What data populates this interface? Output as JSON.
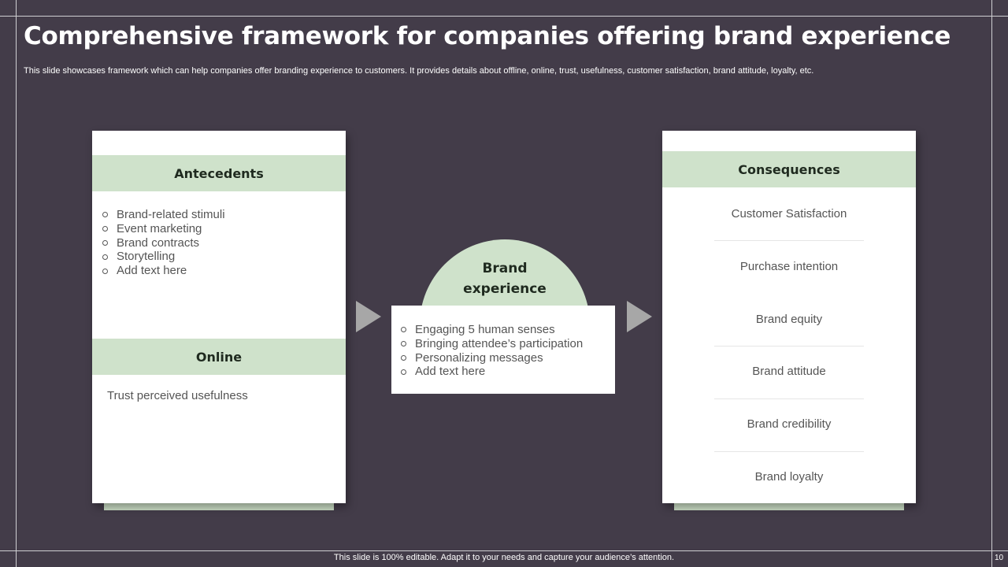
{
  "slide": {
    "title": "Comprehensive framework for companies offering brand experience",
    "subtitle": "This slide showcases framework which can help companies offer branding experience to customers. It provides details about offline, online, trust, usefulness, customer satisfaction, brand attitude, loyalty,  etc.",
    "footer": "This slide is 100% editable.  Adapt it to your needs and capture your audience’s attention.",
    "page_number": "10"
  },
  "antecedents": {
    "header": "Antecedents",
    "items": [
      "Brand-related stimuli",
      "Event marketing",
      "Brand contracts",
      "Storytelling",
      "Add text here"
    ]
  },
  "online": {
    "header": "Online",
    "text": "Trust perceived usefulness"
  },
  "brand_experience": {
    "title_line1": "Brand",
    "title_line2": "experience",
    "items": [
      "Engaging 5 human senses",
      "Bringing attendee’s participation",
      "Personalizing messages",
      "Add text here"
    ]
  },
  "consequences": {
    "header": "Consequences",
    "items": [
      "Customer Satisfaction",
      "Purchase intention",
      "Brand equity",
      "Brand attitude",
      "Brand credibility",
      "Brand loyalty"
    ]
  },
  "colors": {
    "background": "#433c49",
    "header_green": "#cfe2cb",
    "arrow_gray": "#a7a7a7"
  }
}
